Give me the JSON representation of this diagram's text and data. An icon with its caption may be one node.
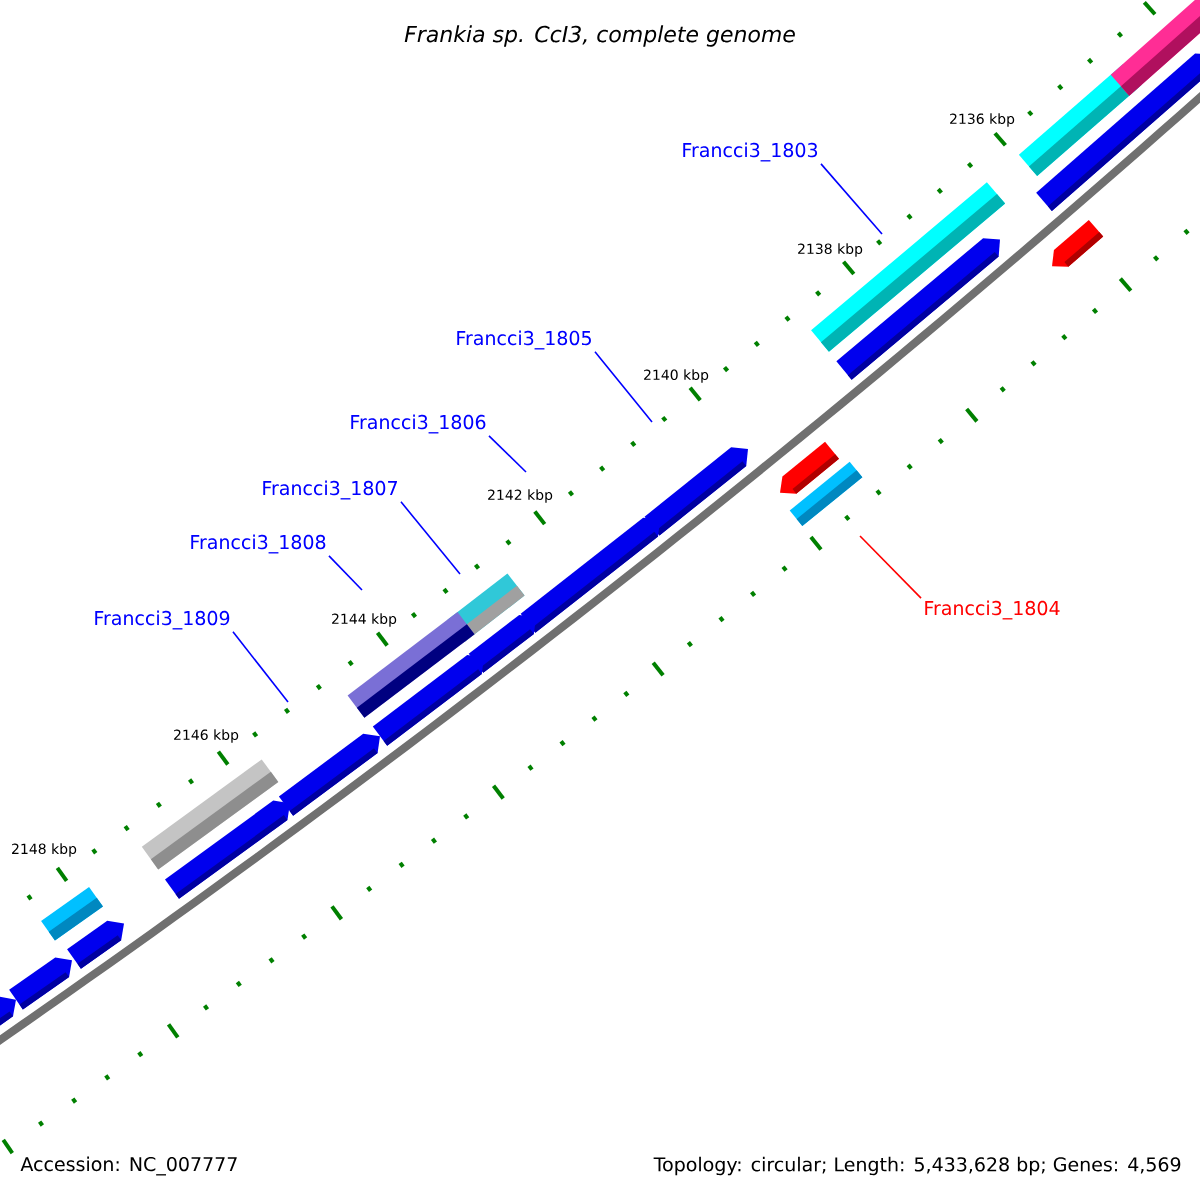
{
  "diagram": {
    "title": "Frankia sp. CcI3, complete genome",
    "nodes": [
      {
        "text": [
          "Francci3_1803"
        ]
      },
      {
        "text": [
          "Francci3_1805"
        ]
      },
      {
        "text": [
          "Francci3_1806"
        ]
      },
      {
        "text": [
          "Francci3_1807"
        ]
      },
      {
        "text": [
          "Francci3_1808"
        ]
      },
      {
        "text": [
          "Francci3_1804"
        ]
      },
      {
        "text": [
          "Francci3_1809"
        ]
      }
    ],
    "edges": [
      {
        "from": 0,
        "to": null,
        "arrow": "none"
      },
      {
        "from": 1,
        "to": null,
        "arrow": "none"
      },
      {
        "from": 2,
        "to": null,
        "arrow": "none"
      },
      {
        "from": 3,
        "to": null,
        "arrow": "none"
      },
      {
        "from": 4,
        "to": null,
        "arrow": "none"
      },
      {
        "from": 5,
        "to": null,
        "arrow": "none",
        "color": "#ff0000"
      },
      {
        "from": 6,
        "to": null,
        "arrow": "none"
      }
    ],
    "labels": [
      "2136 kbp",
      "2138 kbp",
      "2140 kbp",
      "2142 kbp",
      "2144 kbp",
      "2146 kbp",
      "2148 kbp",
      "Accession: NC_007777",
      "Topology: circular; Length: 5,433,628 bp; Genes: 4,569"
    ]
  }
}
